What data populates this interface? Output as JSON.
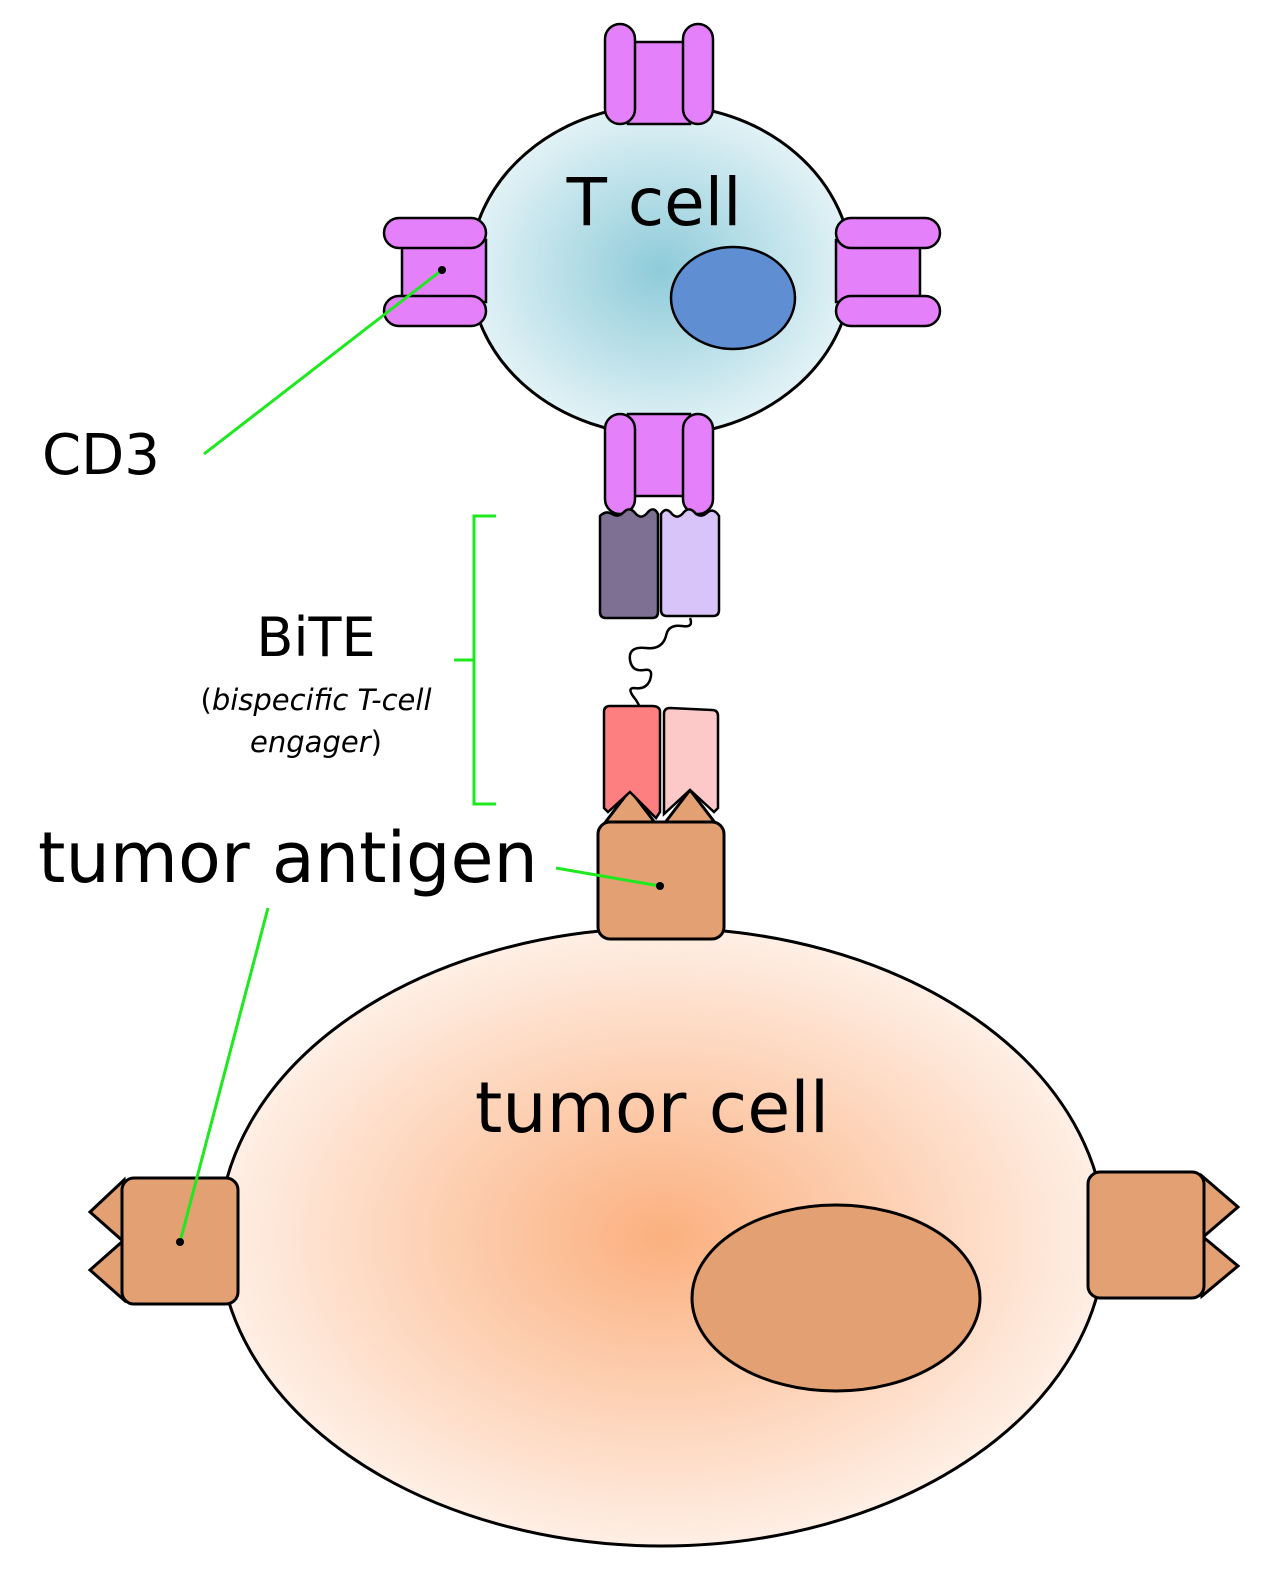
{
  "labels": {
    "t_cell": "T cell",
    "cd3": "CD3",
    "bite": "BiTE",
    "bite_full_line1_open": "(",
    "bite_full_line1_italic": "bispecific T-cell",
    "bite_full_line2_italic": "engager",
    "bite_full_line2_close": ")",
    "tumor_antigen": "tumor antigen",
    "tumor_cell": "tumor cell"
  },
  "colors": {
    "t_cell_center": "#8ecbd9",
    "t_cell_edge": "#eaf6f9",
    "t_nucleus": "#5f8ed3",
    "cd3": "#e481fa",
    "tumor_center": "#fbb07f",
    "tumor_edge": "#fff5ef",
    "tumor_nucleus": "#e3a072",
    "antigen": "#e3a072",
    "bite_heavy_dark": "#7e7093",
    "bite_light_lilac": "#d9c4fa",
    "bite_red": "#fe7f80",
    "bite_pink": "#fcc9c8",
    "pointer_line": "#1ee81e",
    "outline": "#000000"
  }
}
